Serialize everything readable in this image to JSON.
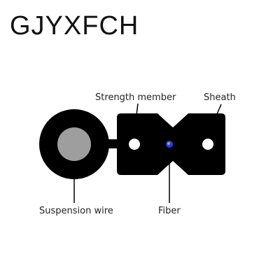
{
  "brand": {
    "text": "GJYXFCH"
  },
  "diagram": {
    "labels": {
      "strength_member": "Strength member",
      "sheath": "Sheath",
      "suspension_wire": "Suspension wire",
      "fiber": "Fiber"
    },
    "colors": {
      "sheath": "#000000",
      "suspension_wire_core": "#9e9e9e",
      "strength_member_hole": "#ffffff",
      "fiber": "#2b3fd1",
      "leader_lines": "#000000"
    }
  }
}
